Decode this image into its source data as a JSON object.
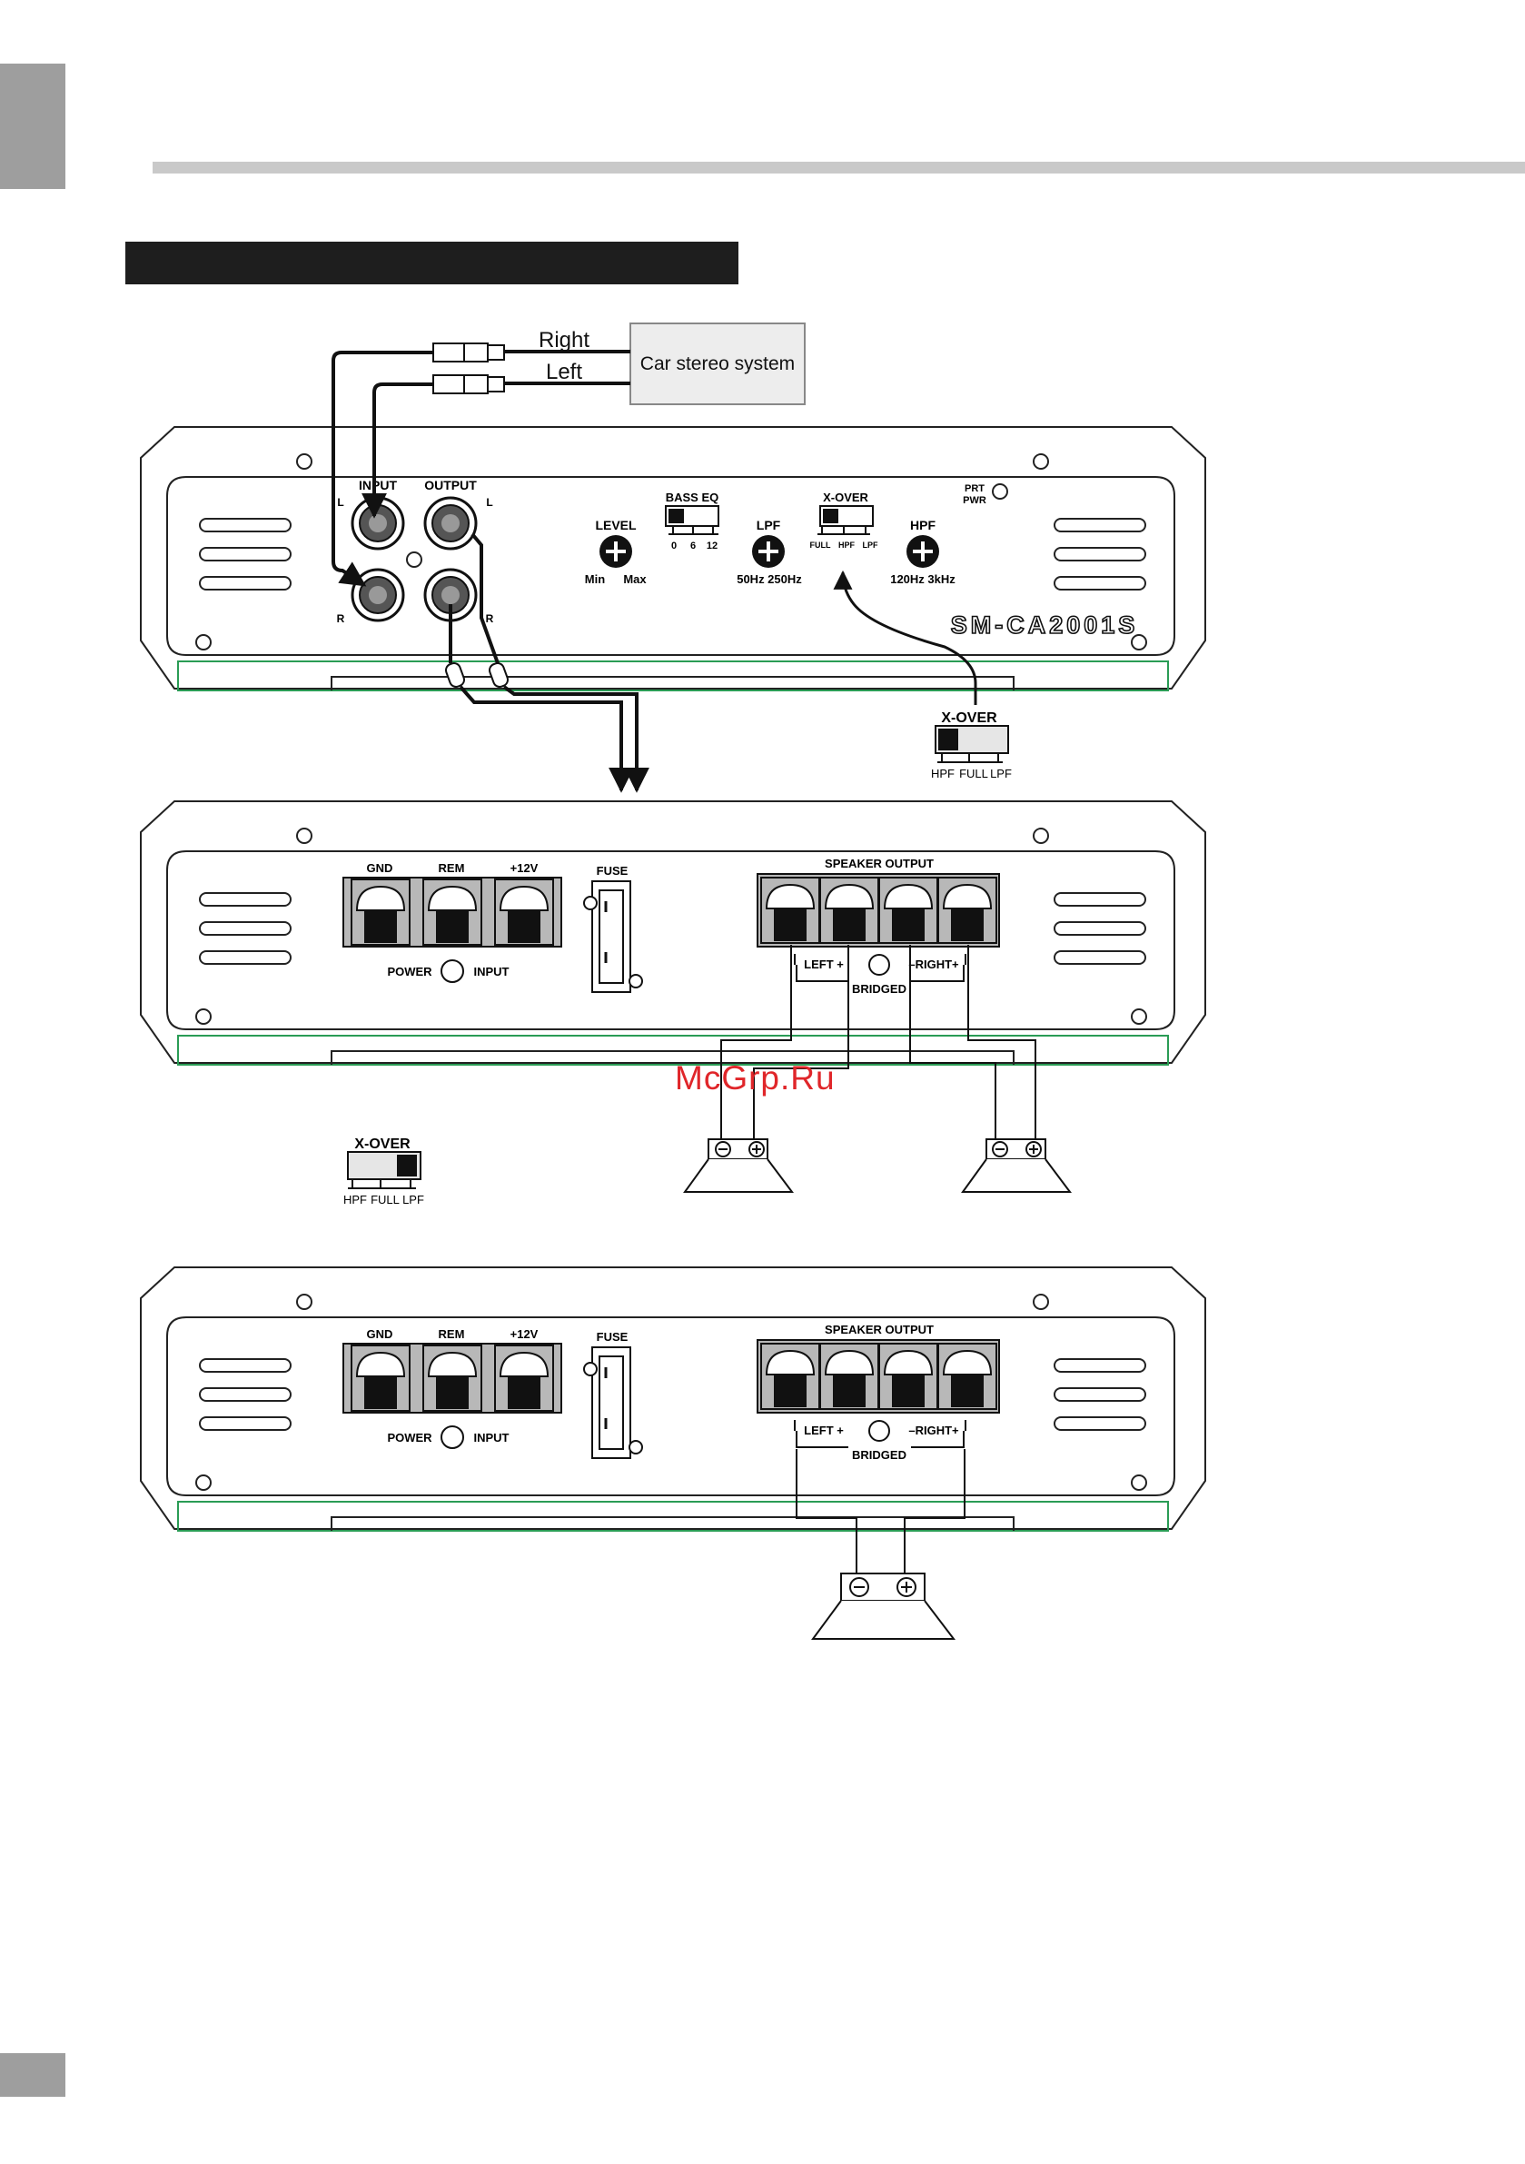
{
  "brand": "SM-CA2001S",
  "source": {
    "label": "Car stereo system",
    "cable_right": "Right",
    "cable_left": "Left"
  },
  "amp_top": {
    "input": "INPUT",
    "output": "OUTPUT",
    "ch_l": "L",
    "ch_r": "R",
    "level": {
      "label": "LEVEL",
      "min": "Min",
      "max": "Max"
    },
    "bass_eq": {
      "label": "BASS EQ",
      "scale": [
        "0",
        "6",
        "12"
      ]
    },
    "lpf": {
      "label": "LPF",
      "range": "50Hz  250Hz"
    },
    "xover": {
      "label": "X-OVER",
      "scale": [
        "FULL",
        "HPF",
        "LPF"
      ]
    },
    "hpf": {
      "label": "HPF",
      "range": "120Hz   3kHz"
    },
    "prt": "PRT",
    "pwr": "PWR"
  },
  "xover_switch_1": {
    "label": "X-OVER",
    "positions": [
      "HPF",
      "FULL",
      "LPF"
    ]
  },
  "xover_switch_2": {
    "label": "X-OVER",
    "positions": [
      "HPF",
      "FULL",
      "LPF"
    ]
  },
  "amp_power": {
    "gnd": "GND",
    "rem": "REM",
    "v12": "+12V",
    "fuse": "FUSE",
    "power": "POWER",
    "input": "INPUT",
    "speaker_output": "SPEAKER OUTPUT",
    "left": "LEFT +",
    "minus_right": "–RIGHT+",
    "bridged": "BRIDGED"
  },
  "watermark": "McGrp.Ru"
}
